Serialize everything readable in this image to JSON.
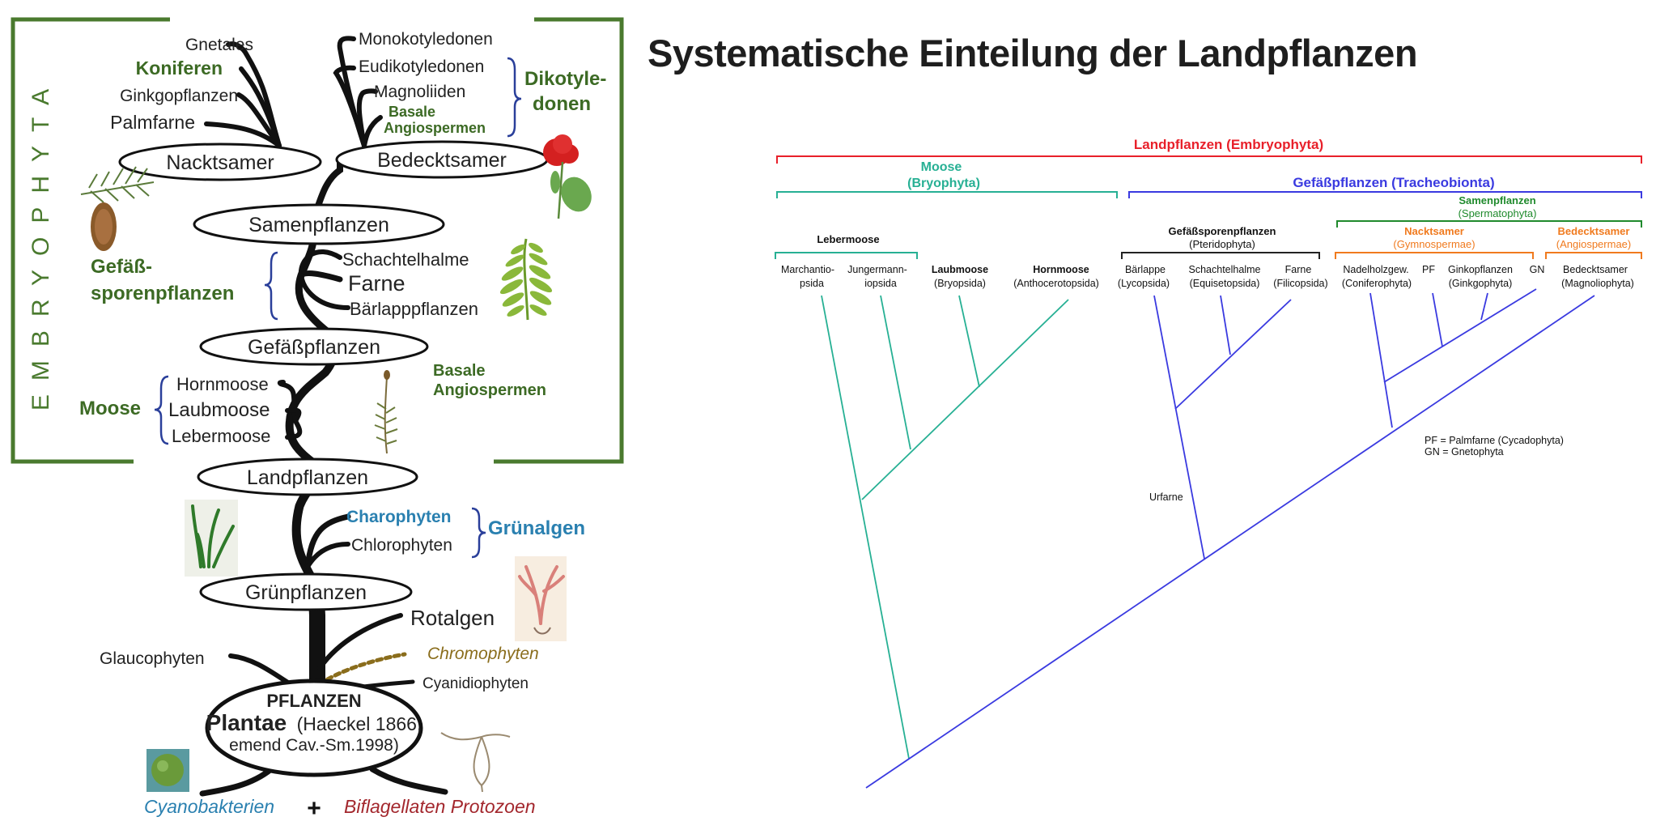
{
  "page_title": "Systematische Einteilung der Landpflanzen",
  "colors": {
    "frame": "#4a7a2e",
    "green_label": "#3c6a24",
    "blue_label": "#2a80b0",
    "red_label": "#a3272d",
    "gold_label": "#8a6d1c",
    "land_red": "#e8202a",
    "moss_teal": "#27b094",
    "tracheo_blue": "#3a3ae0",
    "seed_green": "#1f8a2c",
    "naked_orange": "#f07a1e",
    "angio_orange": "#f07a1e",
    "black": "#111111"
  },
  "left_tree": {
    "side_label": "EMBRYOPHYTA",
    "nodes": {
      "nacktsamer": "Nacktsamer",
      "bedecktsamer": "Bedecktsamer",
      "samenpflanzen": "Samenpflanzen",
      "gefaesspflanzen": "Gefäßpflanzen",
      "landpflanzen": "Landpflanzen",
      "gruenpflanzen": "Grünpflanzen",
      "pflanzen": "PFLANZEN",
      "plantae_word": "Plantae",
      "plantae_rest": "(Haeckel 1866,",
      "plantae_line3": "emend Cav.-Sm.1998)"
    },
    "gymno_leaves": [
      "Gnetales",
      "Koniferen",
      "Ginkgopflanzen",
      "Palmfarne"
    ],
    "angio_leaves": [
      "Monokotyledonen",
      "Eudikotyledonen",
      "Magnoliiden",
      "Basale",
      "Angiospermen"
    ],
    "dikot_group": [
      "Dikotyle-",
      "donen"
    ],
    "fern_group": [
      "Gefäß-",
      "sporenpflanzen"
    ],
    "fern_leaves": [
      "Schachtelhalme",
      "Farne",
      "Bärlapppflanzen"
    ],
    "basal_angio_note": [
      "Basale",
      "Angiospermen"
    ],
    "moss_group": "Moose",
    "moss_leaves": [
      "Hornmoose",
      "Laubmoose",
      "Lebermoose"
    ],
    "algae_group": "Grünalgen",
    "algae_leaves": [
      "Charophyten",
      "Chlorophyten"
    ],
    "other_branches": [
      "Rotalgen",
      "Chromophyten",
      "Glaucophyten",
      "Cyanidiophyten"
    ],
    "bottom": {
      "left": "Cyanobakterien",
      "plus": "+",
      "right": "Biflagellaten Protozoen"
    }
  },
  "cladogram": {
    "land": "Landpflanzen (Embryophyta)",
    "moose": [
      "Moose",
      "(Bryophyta)"
    ],
    "tracheo": "Gefäßpflanzen (Tracheobionta)",
    "samen": [
      "Samenpflanzen",
      "(Spermatophyta)"
    ],
    "leber": "Lebermoose",
    "gefaesssporen": [
      "Gefäßsporenpflanzen",
      "(Pteridophyta)"
    ],
    "nackt": [
      "Nacktsamer",
      "(Gymnospermae)"
    ],
    "bedeckt": [
      "Bedecktsamer",
      "(Angiospermae)"
    ],
    "taxa": {
      "marchantio": [
        "Marchantio-",
        "psida"
      ],
      "jungermann": [
        "Jungermann-",
        "iopsida"
      ],
      "laubmoose": [
        "Laubmoose",
        "(Bryopsida)"
      ],
      "hornmoose": [
        "Hornmoose",
        "(Anthocerotopsida)"
      ],
      "baerlappe": [
        "Bärlappe",
        "(Lycopsida)"
      ],
      "schachtel": [
        "Schachtelhalme",
        "(Equisetopsida)"
      ],
      "farne": [
        "Farne",
        "(Filicopsida)"
      ],
      "nadel": [
        "Nadelholzgew.",
        "(Coniferophyta)"
      ],
      "pf": "PF",
      "ginko": [
        "Ginkopflanzen",
        "(Ginkgophyta)"
      ],
      "gn": "GN",
      "bedeckt": [
        "Bedecktsamer",
        "(Magnoliophyta)"
      ]
    },
    "urfarne": "Urfarne",
    "legend": [
      "PF = Palmfarne (Cycadophyta)",
      "GN = Gnetophyta"
    ]
  }
}
